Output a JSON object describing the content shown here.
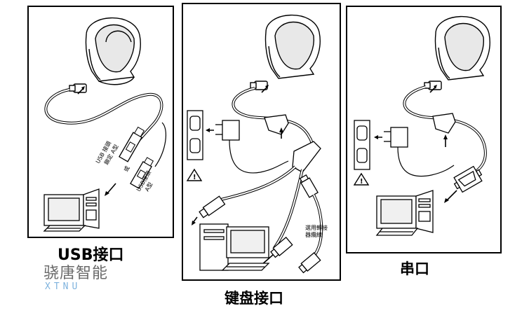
{
  "panels": {
    "usb": {
      "caption": "USB接口",
      "usb_label_1": "USB 接頭",
      "usb_label_2": "鎖定 A型",
      "or_text": "或",
      "usb_label_3": "USB接頭",
      "usb_label_4": "A型"
    },
    "keyboard": {
      "caption": "键盘接口",
      "adapter_label_1": "選用轉接",
      "adapter_label_2": "器纜線"
    },
    "serial": {
      "caption": "串口"
    }
  },
  "watermark": {
    "brand_cn": "骁唐智能",
    "brand_en": "XTNU"
  }
}
